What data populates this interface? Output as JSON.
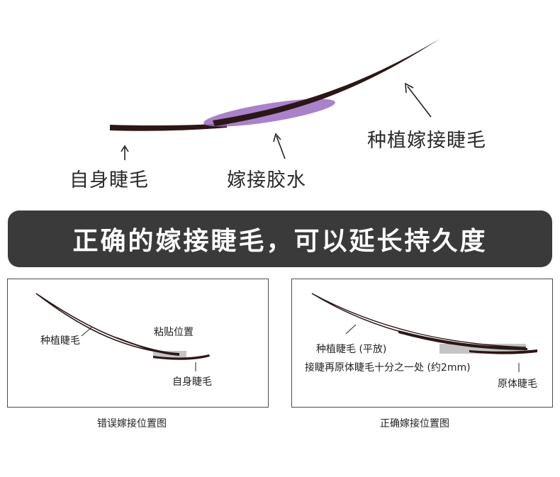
{
  "top_diagram": {
    "natural_lash_label": "自身睫毛",
    "glue_label": "嫁接胶水",
    "extension_label": "种植嫁接睫毛"
  },
  "banner": {
    "text": "正确的嫁接睫毛，可以延长持久度"
  },
  "wrong_panel": {
    "planted_label": "种植睫毛",
    "bond_label": "粘贴位置",
    "natural_label": "自身睫毛",
    "caption": "错误嫁接位置图"
  },
  "right_panel": {
    "planted_label": "种植睫毛 (平放)",
    "instruction": "接睫再原体睫毛十分之一处 (约2mm)",
    "natural_label": "原体睫毛",
    "caption": "正确嫁接位置图"
  },
  "colors": {
    "lash": "#2b1717",
    "glue": "#9b6cc0",
    "banner_bg": "#3a3a3a",
    "bond_gray": "#c4c4c4"
  }
}
